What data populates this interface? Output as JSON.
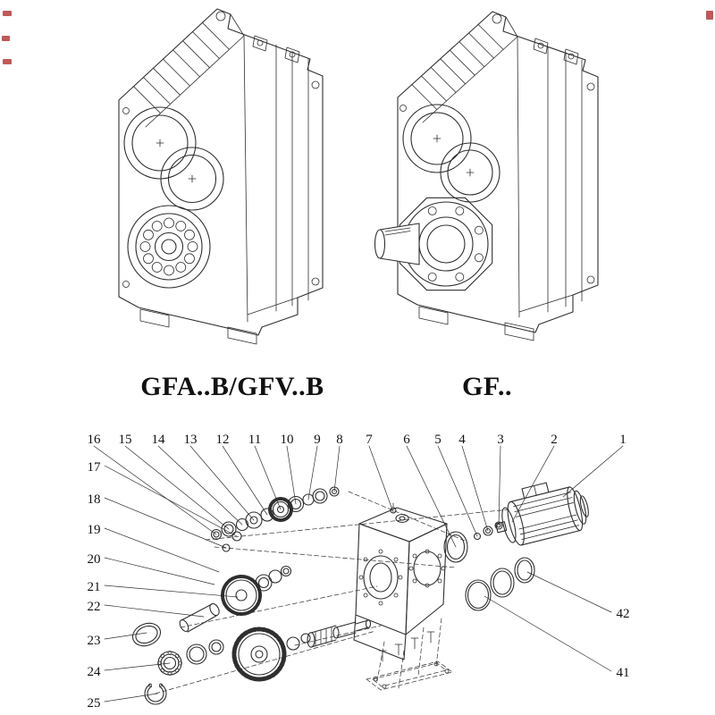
{
  "models": {
    "left_label": "GFA..B/GFV..B",
    "right_label": "GF.."
  },
  "exploded": {
    "callouts_top": [
      "16",
      "15",
      "14",
      "13",
      "12",
      "11",
      "10",
      "9",
      "8",
      "7",
      "6",
      "5",
      "4",
      "3",
      "2",
      "1"
    ],
    "callouts_left": [
      "17",
      "18",
      "19",
      "20",
      "21",
      "22",
      "23",
      "24",
      "25"
    ],
    "callouts_right": [
      "42",
      "41"
    ]
  },
  "colors": {
    "line": "#2f2f2f",
    "text": "#111111",
    "edge_mark": "#b03030",
    "background": "#ffffff"
  }
}
